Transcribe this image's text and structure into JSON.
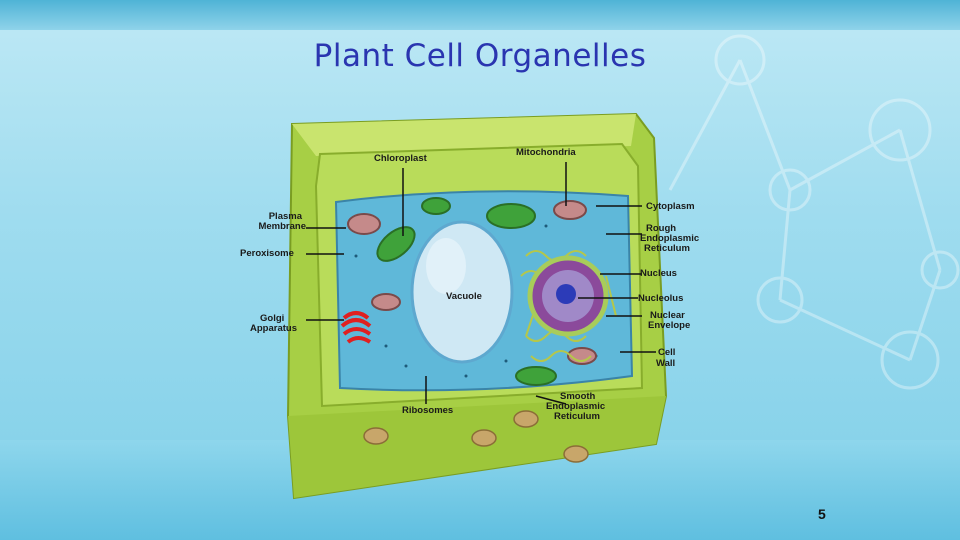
{
  "slide": {
    "title": "Plant Cell Organelles",
    "page_number": "5"
  },
  "diagram": {
    "labels": {
      "chloroplast": "Chloroplast",
      "mitochondria": "Mitochondria",
      "plasma_membrane_1": "Plasma",
      "plasma_membrane_2": "Membrane",
      "peroxisome": "Peroxisome",
      "vacuole": "Vacuole",
      "golgi_1": "Golgi",
      "golgi_2": "Apparatus",
      "ribosomes": "Ribosomes",
      "cytoplasm": "Cytoplasm",
      "rough_er_1": "Rough",
      "rough_er_2": "Endoplasmic",
      "rough_er_3": "Reticulum",
      "nucleus": "Nucleus",
      "nucleolus": "Nucleolus",
      "nuclear_envelope_1": "Nuclear",
      "nuclear_envelope_2": "Envelope",
      "cell_wall_1": "Cell",
      "cell_wall_2": "Wall",
      "smooth_er_1": "Smooth",
      "smooth_er_2": "Endoplasmic",
      "smooth_er_3": "Reticulum"
    }
  }
}
